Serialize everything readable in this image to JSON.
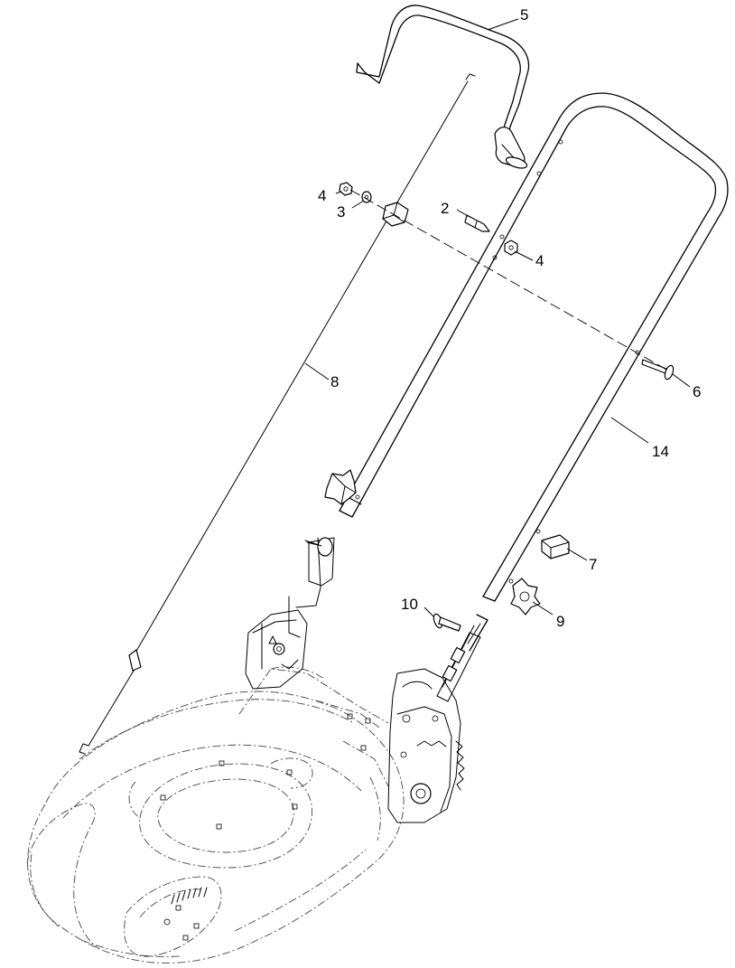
{
  "diagram": {
    "callouts": [
      {
        "id": "c5",
        "label": "5"
      },
      {
        "id": "c4a",
        "label": "4"
      },
      {
        "id": "c3",
        "label": "3"
      },
      {
        "id": "c2",
        "label": "2"
      },
      {
        "id": "c4b",
        "label": "4"
      },
      {
        "id": "c8",
        "label": "8"
      },
      {
        "id": "c6",
        "label": "6"
      },
      {
        "id": "c14",
        "label": "14"
      },
      {
        "id": "c7",
        "label": "7"
      },
      {
        "id": "c10",
        "label": "10"
      },
      {
        "id": "c9",
        "label": "9"
      }
    ]
  }
}
